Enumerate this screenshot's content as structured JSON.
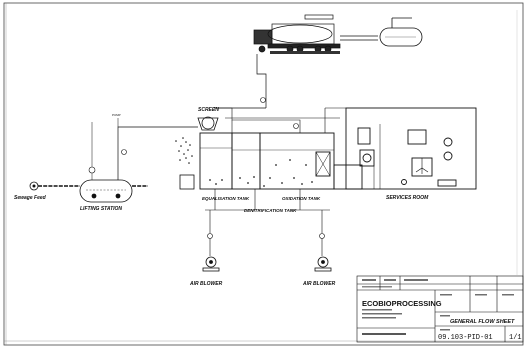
{
  "labels": {
    "screen": "SCREEN",
    "sewage_feed": "Sewage Feed",
    "lifting_station": "LIFTING STATION",
    "equalisation_tank": "EQUALISATION TANK",
    "denitrification_tank": "DENITRIFICATION TANK",
    "oxidation_tank": "OXIDATION TANK",
    "services_room": "SERVICES ROOM",
    "air_blower_left": "AIR BLOWER",
    "air_blower_right": "AIR BLOWER"
  },
  "title_block": {
    "company": "ECOBIOPROCESSING",
    "drawing_title": "GENERAL FLOW SHEET",
    "drawing_number": "09.103-PID-01",
    "sheet": "1/1"
  }
}
